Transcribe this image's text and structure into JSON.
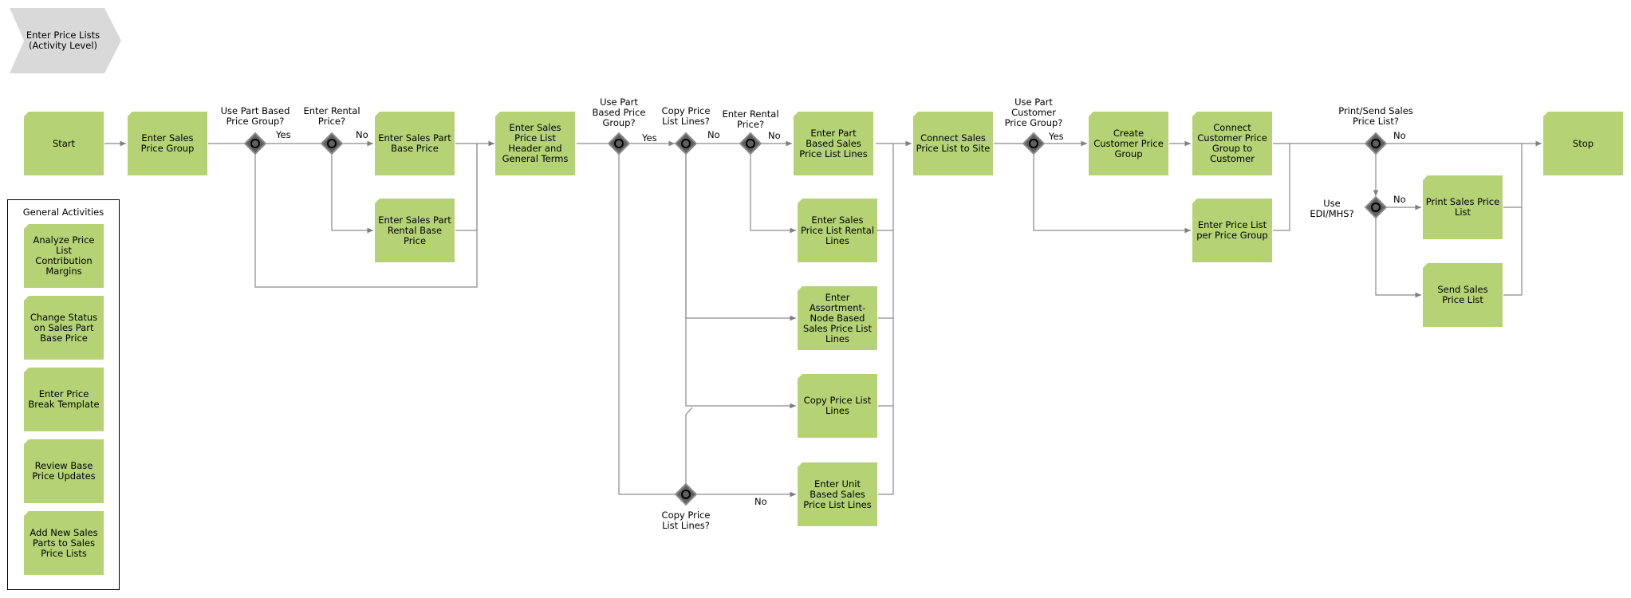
{
  "banner": "Enter Price Lists (Activity Level)",
  "activities": {
    "start": "Start",
    "enter_sales_price_group": "Enter Sales Price Group",
    "enter_sales_part_base_price": "Enter Sales Part Base Price",
    "enter_sales_part_rental_base_price": "Enter Sales Part Rental Base Price",
    "enter_sales_price_list_header": "Enter Sales Price List Header and General Terms",
    "enter_part_based_lines": "Enter Part Based Sales Price List Lines",
    "enter_rental_lines": "Enter Sales Price List Rental Lines",
    "enter_assortment_lines": "Enter Assortment-Node Based Sales Price List Lines",
    "copy_price_list_lines": "Copy Price List Lines",
    "enter_unit_based_lines": "Enter Unit Based Sales Price List Lines",
    "connect_to_site": "Connect Sales Price List to Site",
    "create_customer_price_group": "Create Customer Price Group",
    "connect_customer_price_group": "Connect Customer Price Group to Customer",
    "enter_price_list_per_group": "Enter Price List per Price Group",
    "print_sales_price_list": "Print Sales Price List",
    "send_sales_price_list": "Send Sales Price List",
    "stop": "Stop"
  },
  "gateways": {
    "g1": "Use Part Based Price Group?",
    "g2": "Enter Rental Price?",
    "g3": "Use Part Based Price Group?",
    "g4": "Copy Price List Lines?",
    "g5": "Enter Rental Price?",
    "g6": "Copy Price List Lines?",
    "g7": "Use Part Customer Price Group?",
    "g8": "Print/Send Sales Price List?",
    "g9": "Use EDI/MHS?"
  },
  "edge_labels": {
    "yes": "Yes",
    "no": "No"
  },
  "legend": {
    "title": "General Activities",
    "items": [
      "Analyze Price List Contribution Margins",
      "Change Status on Sales Part Base Price",
      "Enter Price Break Template",
      "Review Base Price Updates",
      "Add New Sales Parts to Sales Price Lists"
    ]
  },
  "colors": {
    "activity_fill": "#b5d275",
    "banner_fill": "#d9d9d9",
    "gateway_fill": "#5f5f5f",
    "connector": "#7f7f7f"
  }
}
